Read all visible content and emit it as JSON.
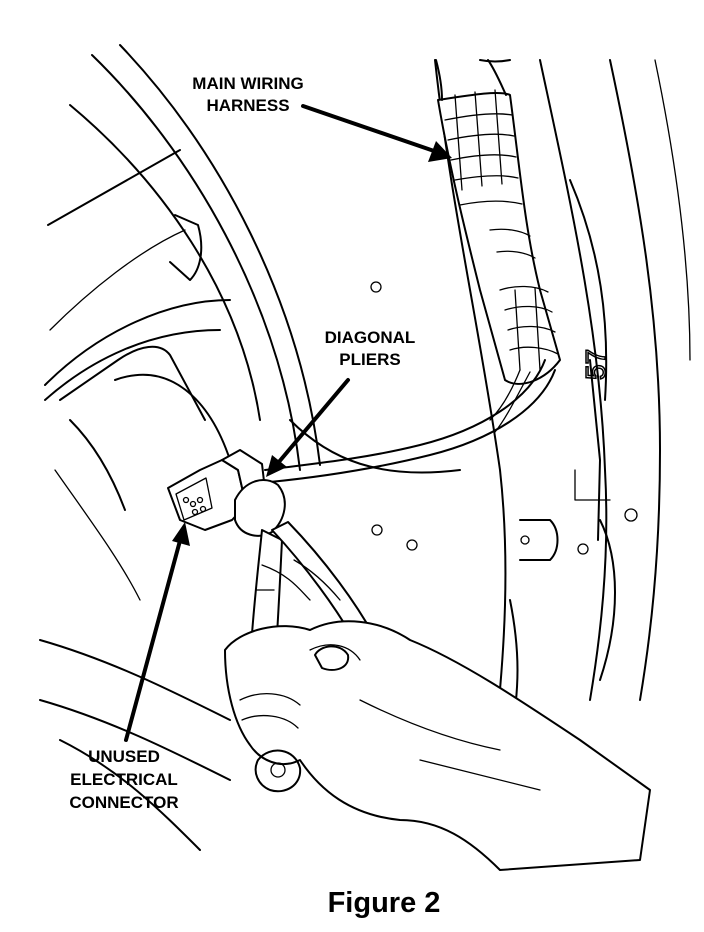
{
  "figure": {
    "caption": "Figure 2",
    "stamp_text": "57",
    "callouts": {
      "main_wiring_harness": [
        "MAIN WIRING",
        "HARNESS"
      ],
      "diagonal_pliers": [
        "DIAGONAL",
        "PLIERS"
      ],
      "unused_electrical_connector": [
        "UNUSED",
        "ELECTRICAL",
        "CONNECTOR"
      ]
    }
  }
}
